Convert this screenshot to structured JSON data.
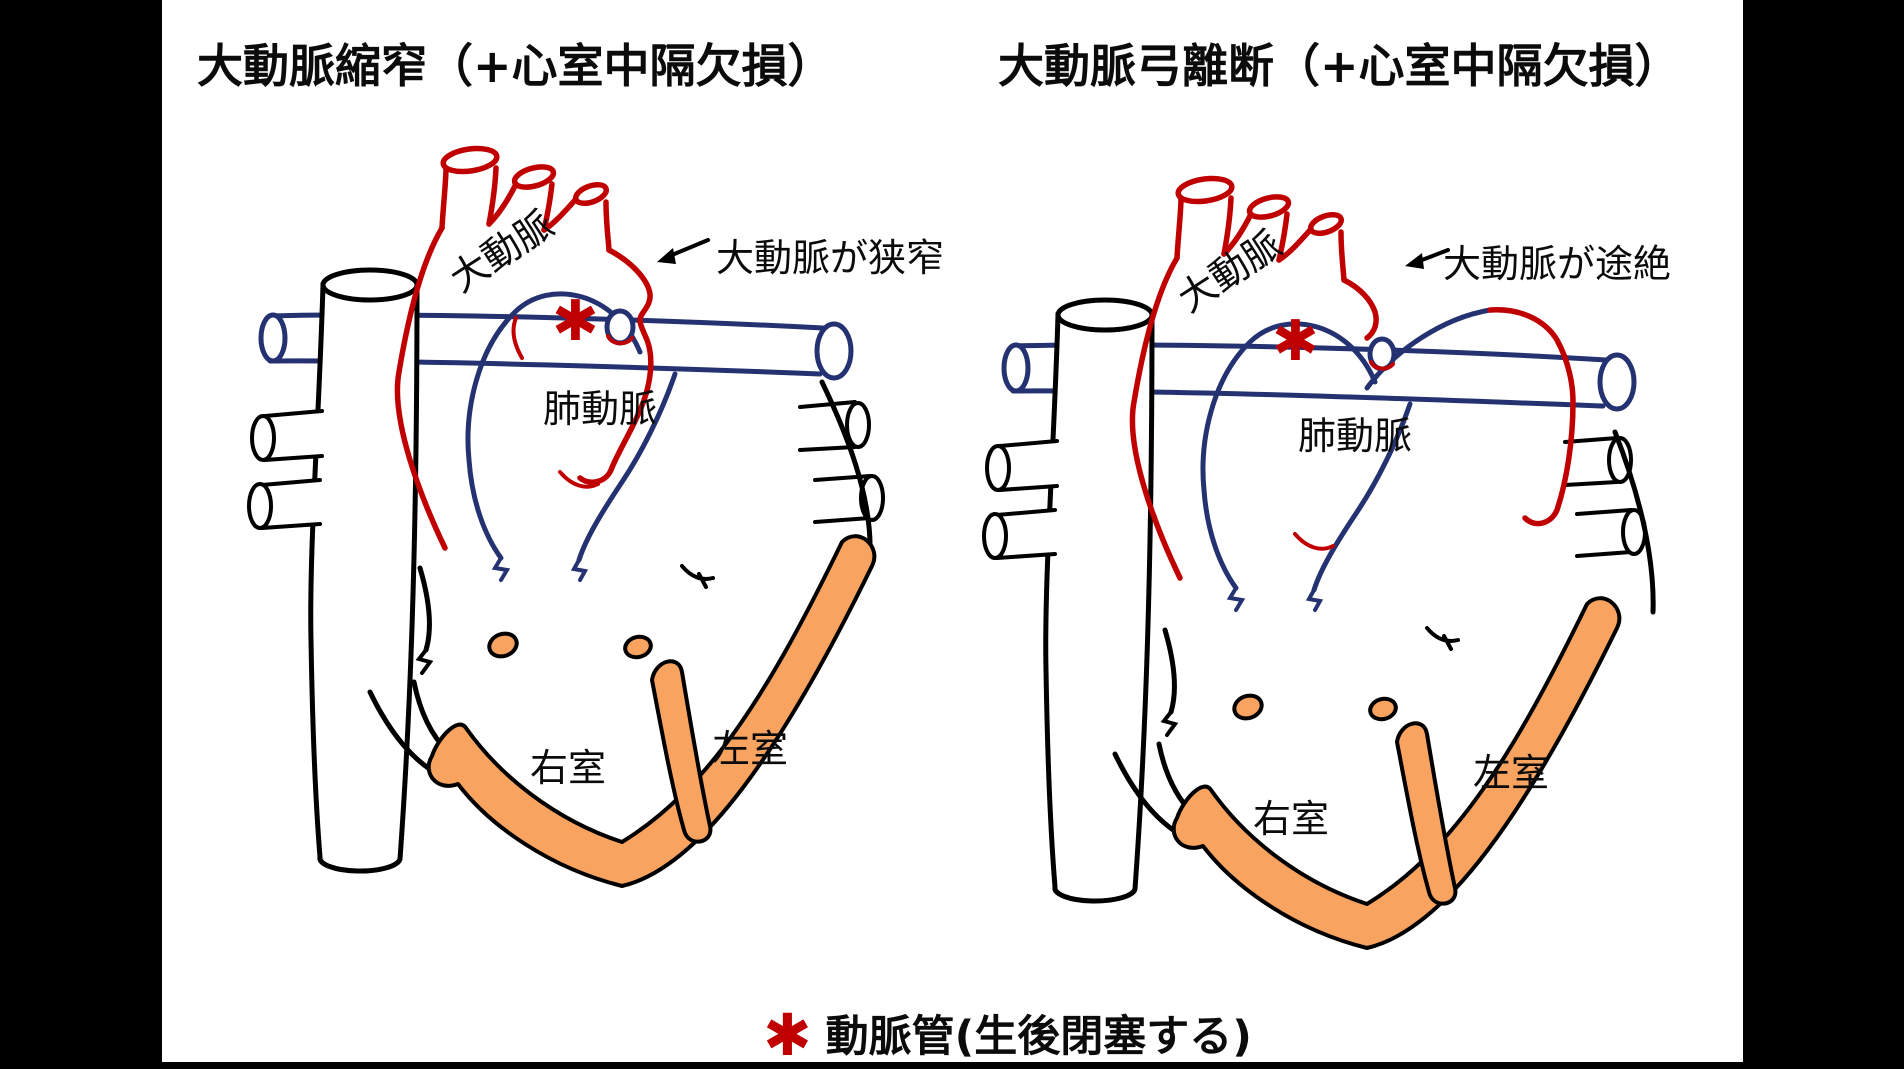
{
  "titles": {
    "left": "大動脈縮窄（+心室中隔欠損）",
    "right": "大動脈弓離断（+心室中隔欠損）"
  },
  "diagrams": {
    "left": {
      "condition": "coarctation-of-aorta-with-vsd",
      "aorta": "大動脈",
      "pulmonary_artery": "肺動脈",
      "right_ventricle": "右室",
      "left_ventricle": "左室",
      "annotation": "大動脈が狭窄",
      "ductus_marker": "✱"
    },
    "right": {
      "condition": "interrupted-aortic-arch-with-vsd",
      "aorta": "大動脈",
      "pulmonary_artery": "肺動脈",
      "right_ventricle": "右室",
      "left_ventricle": "左室",
      "annotation": "大動脈が途絶",
      "ductus_marker": "✱"
    }
  },
  "legend": {
    "marker": "✱",
    "text": "動脈管(生後閉塞する)"
  },
  "colors": {
    "aorta": "#c00000",
    "pulmonary": "#243272",
    "ventricle_wall": "#f9a361",
    "outline": "#000000",
    "background": "#000000",
    "panel": "#ffffff"
  }
}
